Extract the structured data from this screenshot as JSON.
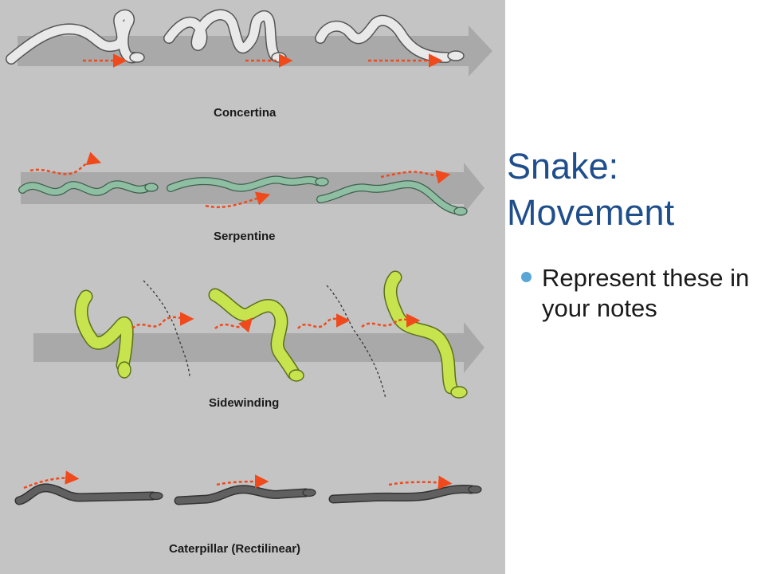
{
  "slide": {
    "title_line1": "Snake:",
    "title_line2": "Movement",
    "bullets": [
      "Represent these in your notes"
    ]
  },
  "figure": {
    "labels": {
      "concertina": "Concertina",
      "serpentine": "Serpentine",
      "sidewinding": "Sidewinding",
      "rectilinear": "Caterpillar (Rectilinear)"
    }
  },
  "colors": {
    "figure_bg": "#c4c4c4",
    "arrow_band": "#a9a9a9",
    "concertina_snake": "#e9e9e9",
    "serpentine_snake": "#8fbfa3",
    "sidewinding_snake": "#c7e34e",
    "rectilinear_snake": "#606060",
    "motion_arrow": "#f04a1c",
    "title": "#1f4e8c",
    "bullet": "#5aa6d6"
  },
  "icons": [
    "motion-arrow-icon",
    "snake-head-icon",
    "bullet-dot-icon"
  ]
}
